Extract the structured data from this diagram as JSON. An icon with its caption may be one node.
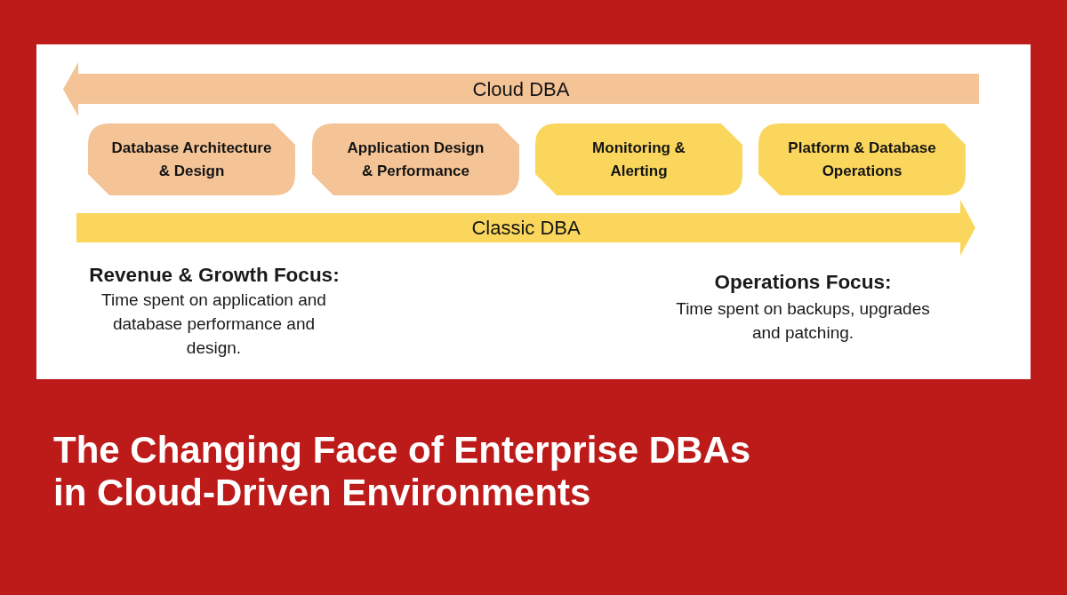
{
  "diagram": {
    "title": "The Changing Face of Enterprise DBAs in Cloud-Driven Environments",
    "nodes": [
      {
        "text": [
          "Cloud DBA"
        ]
      },
      {
        "text": [
          "Database Architecture & Design"
        ]
      },
      {
        "text": [
          "Application Design & Performance"
        ]
      },
      {
        "text": [
          "Monitoring & Alerting"
        ]
      },
      {
        "text": [
          "Platform & Database Operations"
        ]
      },
      {
        "text": [
          "Classic DBA"
        ]
      }
    ],
    "labels": [
      "Revenue & Growth Focus:",
      "Time spent on application and database performance and design.",
      "Operations Focus:",
      "Time spent on backups, upgrades and patching."
    ]
  }
}
